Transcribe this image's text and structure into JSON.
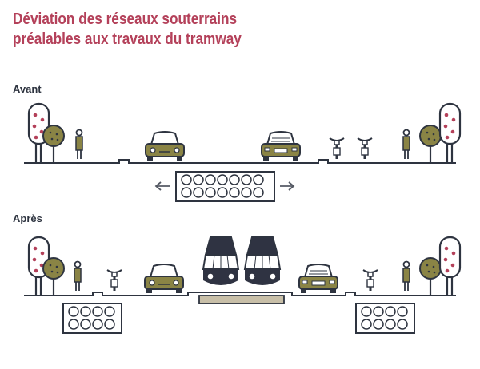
{
  "title": {
    "line1": "Déviation des réseaux souterrains",
    "line2": "préalables aux travaux du tramway"
  },
  "sections": {
    "before": {
      "label": "Avant"
    },
    "after": {
      "label": "Après"
    }
  },
  "colors": {
    "title": "#b4415a",
    "ink": "#2e3440",
    "olive": "#8a8445",
    "tree_dots": "#b4415a",
    "tram": "#2f3342",
    "platform": "#c8bfa8"
  },
  "icons": {
    "before": [
      "tree-icon",
      "pedestrian-icon",
      "car-icon",
      "car-icon",
      "bicycle-icon",
      "bicycle-icon",
      "pedestrian-icon",
      "tree-icon",
      "utility-networks-icon",
      "arrow-left-icon",
      "arrow-right-icon"
    ],
    "after": [
      "tree-icon",
      "pedestrian-icon",
      "bicycle-icon",
      "car-icon",
      "tram-icon",
      "tram-icon",
      "car-icon",
      "bicycle-icon",
      "pedestrian-icon",
      "tree-icon",
      "utility-networks-icon",
      "utility-networks-icon",
      "tram-platform-icon"
    ]
  }
}
